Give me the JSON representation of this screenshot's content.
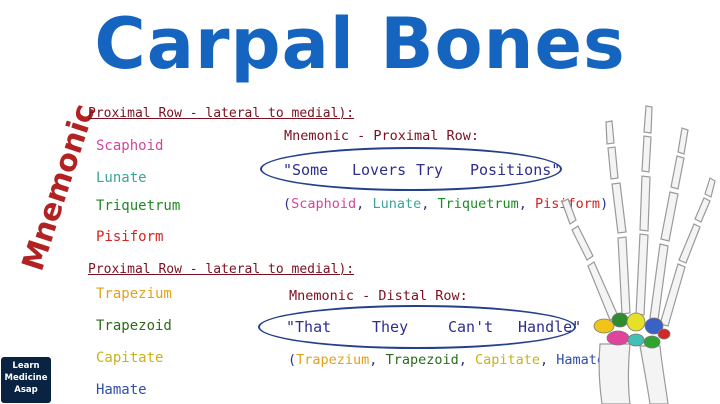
{
  "title": "Carpal Bones",
  "side_label": "Mnemonic",
  "proximal": {
    "header": "Proximal Row - lateral to medial):",
    "bones": [
      {
        "name": "Scaphoid",
        "color": "#d3479b"
      },
      {
        "name": "Lunate",
        "color": "#3aa59c"
      },
      {
        "name": "Triquetrum",
        "color": "#1e8a24"
      },
      {
        "name": "Pisiform",
        "color": "#d62222"
      }
    ],
    "mnemonic_title": "Mnemonic - Proximal Row:",
    "mnemonic_words": [
      "\"Some",
      "Lovers",
      "Try",
      "Positions\""
    ],
    "expansion": {
      "open": "(",
      "items": [
        {
          "text": "Scaphoid",
          "color": "#d3479b"
        },
        {
          "text": "Lunate",
          "color": "#3aa59c"
        },
        {
          "text": "Triquetrum",
          "color": "#1e8a24"
        },
        {
          "text": "Pisiform",
          "color": "#d62222"
        }
      ],
      "close": ")"
    }
  },
  "distal": {
    "header": "Proximal Row - lateral to medial):",
    "bones": [
      {
        "name": "Trapezium",
        "color": "#e0a21c"
      },
      {
        "name": "Trapezoid",
        "color": "#2c6b1a"
      },
      {
        "name": "Capitate",
        "color": "#c9b21a"
      },
      {
        "name": "Hamate",
        "color": "#2f4fa8"
      }
    ],
    "mnemonic_title": "Mnemonic - Distal Row:",
    "mnemonic_words": [
      "\"That",
      "They",
      "Can't",
      "Handle\""
    ],
    "expansion": {
      "open": "(",
      "items": [
        {
          "text": "Trapezium",
          "color": "#e0a21c"
        },
        {
          "text": "Trapezoid",
          "color": "#2c6b1a"
        },
        {
          "text": "Capitate",
          "color": "#c9b21a"
        },
        {
          "text": "Hamate",
          "color": "#2f4fa8"
        }
      ],
      "close": ")"
    }
  },
  "logo": {
    "line1": "Learn",
    "line2": "Medicine",
    "line3": "Asap"
  },
  "colors": {
    "title": "#1565c0",
    "side_label": "#b22222",
    "header": "#7b1020",
    "mnemonic": "#2e2e8f",
    "oval": "#23408a"
  }
}
